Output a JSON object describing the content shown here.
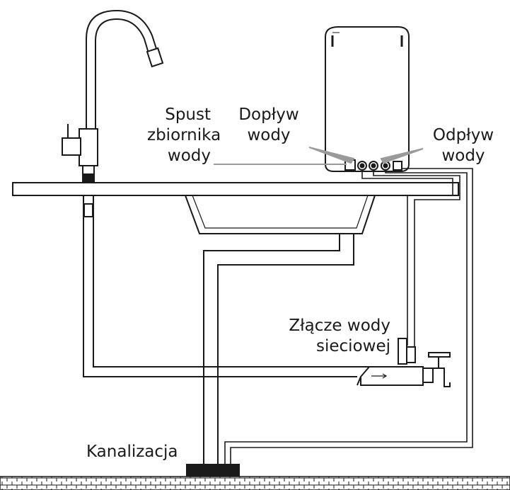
{
  "labels": {
    "drain_line1": "Spust",
    "drain_line2": "zbiornika",
    "drain_line3": "wody",
    "inflow_line1": "Dopływ",
    "inflow_line2": "wody",
    "outflow_line1": "Odpływ",
    "outflow_line2": "wody",
    "mains_line1": "Złącze wody",
    "mains_line2": "sieciowej",
    "sewer": "Kanalizacja"
  },
  "colors": {
    "line": "#1a1a1a",
    "pointer": "#9a9a9a"
  }
}
